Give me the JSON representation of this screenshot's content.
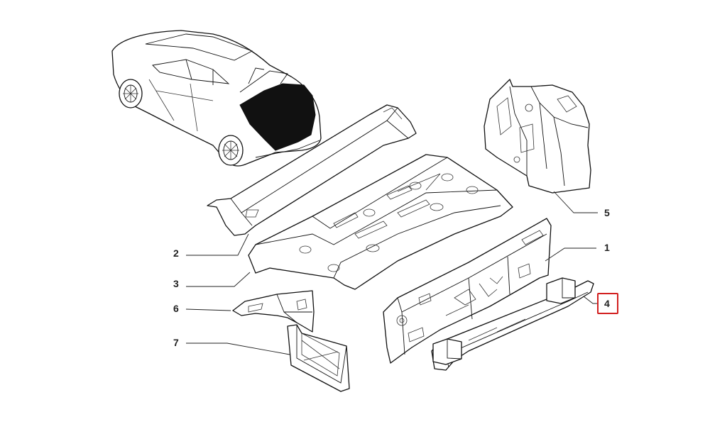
{
  "diagram": {
    "callouts": [
      {
        "id": "1",
        "label": "1",
        "highlighted": false
      },
      {
        "id": "2",
        "label": "2",
        "highlighted": false
      },
      {
        "id": "3",
        "label": "3",
        "highlighted": false
      },
      {
        "id": "4",
        "label": "4",
        "highlighted": true
      },
      {
        "id": "5",
        "label": "5",
        "highlighted": false
      },
      {
        "id": "6",
        "label": "6",
        "highlighted": false
      },
      {
        "id": "7",
        "label": "7",
        "highlighted": false
      }
    ],
    "colors": {
      "line": "#111111",
      "highlight": "#d22020",
      "background": "#ffffff"
    }
  }
}
